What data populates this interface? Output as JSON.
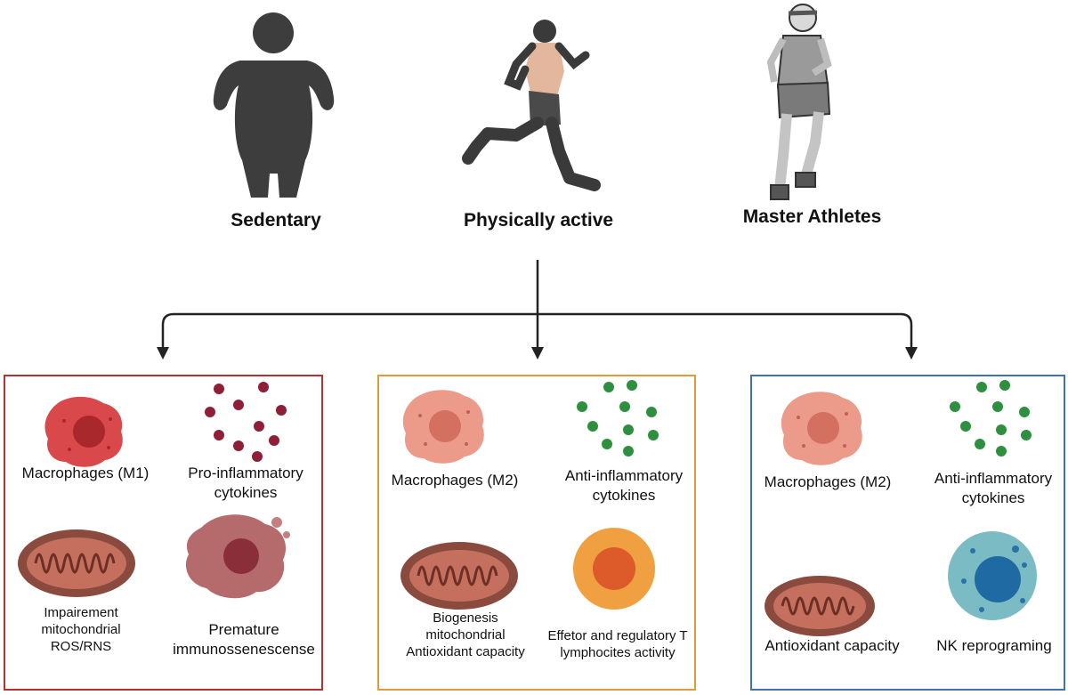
{
  "groups": {
    "sedentary": "Sedentary",
    "active": "Physically active",
    "master": "Master Athletes"
  },
  "panels": {
    "sedentary": {
      "border_color": "#b5312f",
      "macrophage": "Macrophages (M1)",
      "cytokines": [
        "Pro-inflammatory",
        "cytokines"
      ],
      "mito": [
        "Impairement",
        "mitochondrial",
        "ROS/RNS"
      ],
      "senescence": [
        "Premature",
        "immunossenescense"
      ]
    },
    "active": {
      "border_color": "#e29a3c",
      "macrophage": "Macrophages (M2)",
      "cytokines": [
        "Anti-inflammatory",
        "cytokines"
      ],
      "mito": [
        "Biogenesis",
        "mitochondrial",
        "Antioxidant capacity"
      ],
      "lymphocytes": [
        "Effetor and regulatory T",
        "lymphocites activity"
      ]
    },
    "master": {
      "border_color": "#3f71b8",
      "macrophage": "Macrophages (M2)",
      "cytokines": [
        "Anti-inflammatory",
        "cytokines"
      ],
      "mito": "Antioxidant capacity",
      "nk": "NK reprograming"
    }
  },
  "icons": {
    "sedentary_person": "obese-person-silhouette-icon",
    "active_person": "runner-icon",
    "master_person": "master-athlete-runner-icon",
    "m1": "m1-macrophage-icon",
    "m2": "m2-macrophage-icon",
    "pro_cyto": "red-cytokine-dots-icon",
    "anti_cyto": "green-cytokine-dots-icon",
    "mito": "mitochondrion-icon",
    "senescent": "senescent-cell-icon",
    "t_cell": "t-lymphocyte-icon",
    "nk": "nk-cell-icon"
  }
}
